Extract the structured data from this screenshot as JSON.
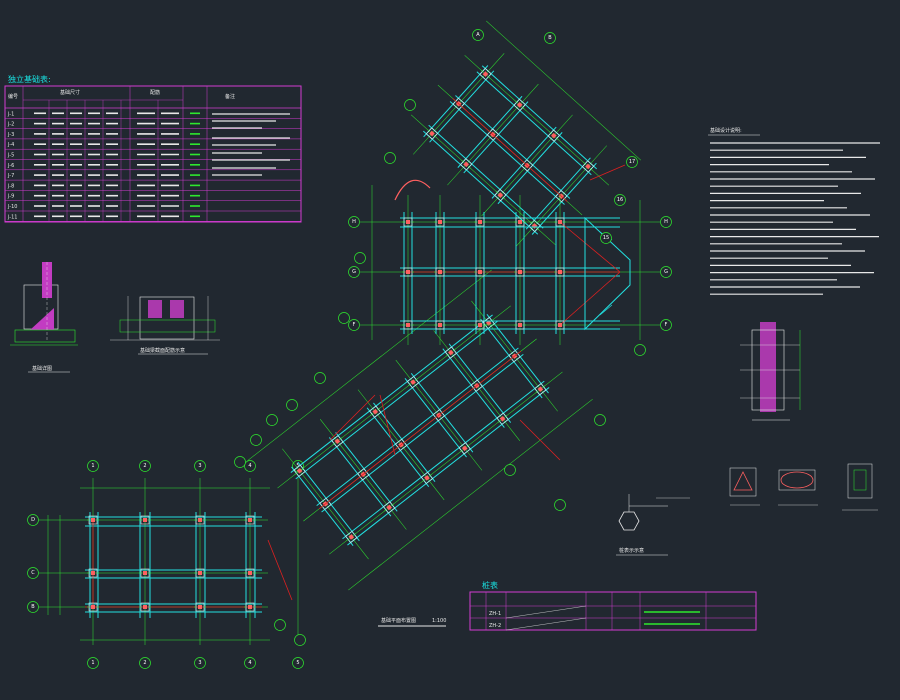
{
  "drawing": {
    "table_title": "独立基础表:",
    "table_headers": [
      "编号",
      "基础尺寸",
      "配筋",
      "备注"
    ],
    "row_labels": [
      "J-1",
      "J-2",
      "J-3",
      "J-4",
      "J-5",
      "J-6",
      "J-7",
      "J-8",
      "J-9",
      "J-10",
      "J-11"
    ],
    "section_a_caption": "基础详图",
    "section_b_caption": "基础梁截面配筋示意",
    "notes_title": "基础设计说明:",
    "legend_caption": "桩表示示意",
    "pile_table_title": "桩表",
    "pile_rows": [
      "ZH-1",
      "ZH-2"
    ],
    "plan_title": "基础平面布置图",
    "plan_scale": "1:100",
    "grid_left_cols": [
      "1",
      "2",
      "3",
      "4",
      "5"
    ],
    "grid_left_rows": [
      "D",
      "C",
      "B"
    ],
    "grid_mid_rows": [
      "H",
      "G",
      "F"
    ],
    "grid_top": [
      "A",
      "B"
    ],
    "grid_right": [
      "17",
      "16",
      "15"
    ]
  },
  "colors": {
    "background": "#212830",
    "beam": "#22e0e0",
    "dim": "#2ee82e",
    "axis_red": "#e02020",
    "column": "#ff6060",
    "text": "#e8e8e8",
    "table_border": "#d23cd2",
    "label": "#19e3e3"
  }
}
